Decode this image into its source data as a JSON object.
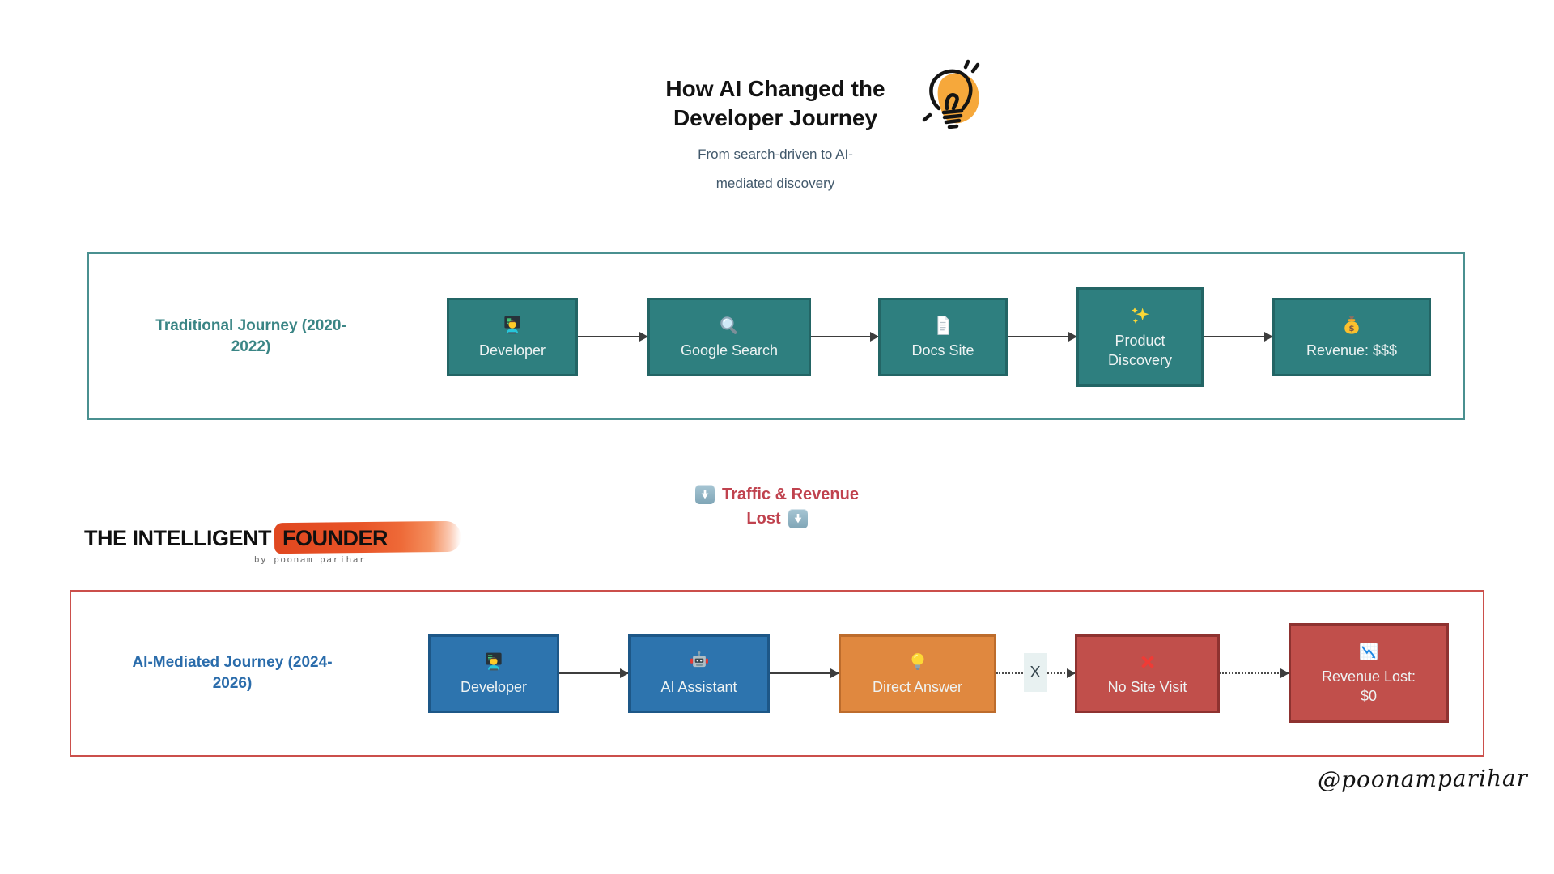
{
  "header": {
    "title_lines": [
      "How AI Changed the",
      "Developer Journey"
    ],
    "subtitle_lines": [
      "From search-driven to AI-",
      "mediated discovery"
    ]
  },
  "traditional_journey": {
    "label_lines": [
      "Traditional Journey (2020-",
      "2022)"
    ],
    "accent_color": "#2e7f7f",
    "lane_border_color": "#4a9090",
    "nodes": [
      {
        "label": "Developer",
        "icon": "woman-technologist"
      },
      {
        "label": "Google Search",
        "icon": "magnifying-glass"
      },
      {
        "label": "Docs Site",
        "icon": "page-document"
      },
      {
        "label_lines": [
          "Product",
          "Discovery"
        ],
        "icon": "sparkles"
      },
      {
        "label": "Revenue: $$$",
        "icon": "money-bag"
      }
    ]
  },
  "divider": {
    "line1": "Traffic & Revenue",
    "line2": "Lost",
    "icon": "down-arrow-button",
    "color": "#c0424e"
  },
  "logo": {
    "part1": "THE INTELLIGENT",
    "part2": "FOUNDER",
    "byline": "by poonam parihar"
  },
  "ai_journey": {
    "label_lines": [
      "AI-Mediated Journey (2024-",
      "2026)"
    ],
    "accent_color": "#2d74ae",
    "lane_border_color": "#cb4f4b",
    "x_label": "X",
    "nodes": [
      {
        "label": "Developer",
        "icon": "woman-technologist"
      },
      {
        "label": "AI Assistant",
        "icon": "robot"
      },
      {
        "label": "Direct Answer",
        "icon": "light-bulb"
      },
      {
        "label": "No Site Visit",
        "icon": "cross-mark"
      },
      {
        "label_lines": [
          "Revenue Lost:",
          "$0"
        ],
        "icon": "chart-decreasing"
      }
    ]
  },
  "signature": "@poonamparihar"
}
